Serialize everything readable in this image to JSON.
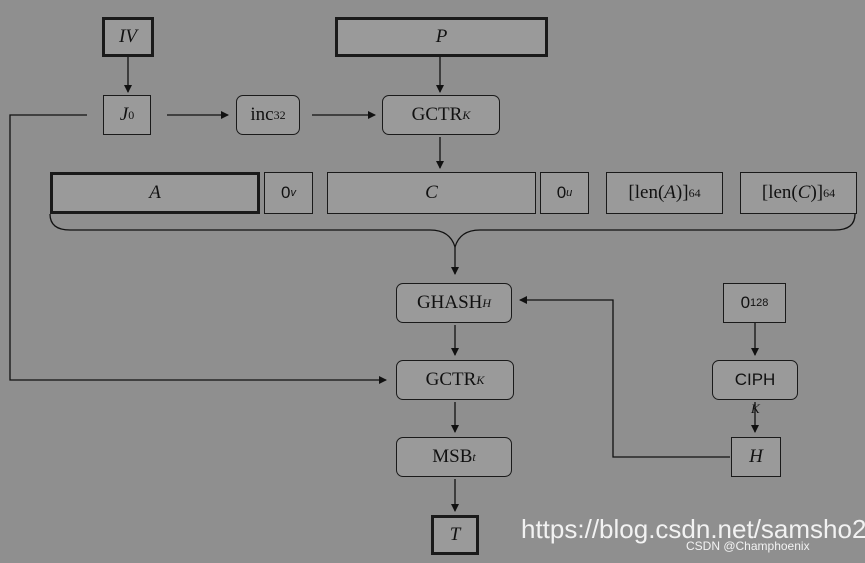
{
  "nodes": {
    "iv": "IV",
    "p": "P",
    "j0": {
      "base": "J",
      "sub": "0"
    },
    "inc32": {
      "base": "inc",
      "sub": "32"
    },
    "gctr_top": {
      "base": "GCTR",
      "sub": "K"
    },
    "a": "A",
    "zero_v": {
      "base": "0",
      "sup": "v"
    },
    "c": "C",
    "zero_u": {
      "base": "0",
      "sup": "u"
    },
    "len_a": {
      "prefix": "[len(",
      "var": "A",
      "suffix": ")]",
      "sub": "64"
    },
    "len_c": {
      "prefix": "[len(",
      "var": "C",
      "suffix": ")]",
      "sub": "64"
    },
    "ghash": {
      "base": "GHASH",
      "sub": "H"
    },
    "zero_128": {
      "base": "0",
      "sup": "128"
    },
    "gctr_bottom": {
      "base": "GCTR",
      "sub": "K"
    },
    "ciph": "CIPH",
    "msb": {
      "base": "MSB",
      "sub": "t"
    },
    "h": "H",
    "t": "T"
  },
  "edge_labels": {
    "k": "K"
  },
  "watermark": {
    "url": "https://blog.csdn.net/samsho2",
    "credit": "CSDN @Champhoenix"
  }
}
